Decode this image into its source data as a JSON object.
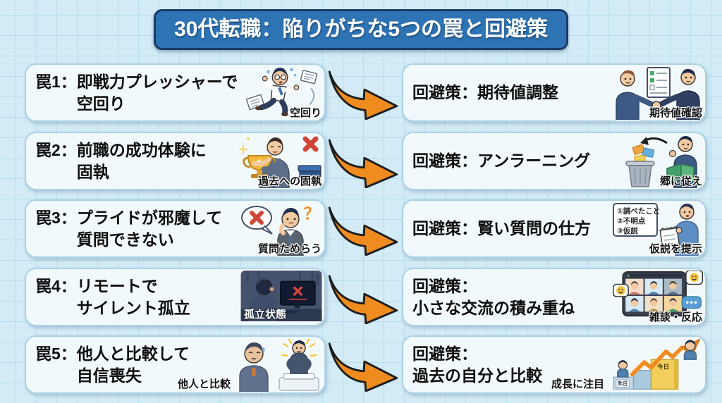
{
  "title": "30代転職：陥りがちな5つの罠と回避策",
  "colors": {
    "background": "#d3ebf7",
    "grid_line": "#b9dcec",
    "banner_bg": "#2e74b5",
    "banner_border": "#1a3a66",
    "box_bg": "#f2f9fd",
    "box_border": "#abd1e3",
    "arrow_orange": "#ef8c1f",
    "text": "#0d0d0d"
  },
  "rows": [
    {
      "trap": {
        "label": "罠1：",
        "line1": "即戦力プレッシャーで",
        "line2": "空回り",
        "caption": "空回り",
        "icon": "running-man-icon"
      },
      "avoid": {
        "line1": "回避策：期待値調整",
        "line2": "",
        "caption": "期待値確認",
        "icon": "handshake-checklist-icon"
      }
    },
    {
      "trap": {
        "label": "罠2：",
        "line1": "前職の成功体験に",
        "line2": "固執",
        "caption": "過去への固執",
        "icon": "trophy-attachment-icon"
      },
      "avoid": {
        "line1": "回避策：アンラーニング",
        "line2": "",
        "caption": "郷に従え",
        "icon": "unlearning-trash-icon"
      }
    },
    {
      "trap": {
        "label": "罠3：",
        "line1": "プライドが邪魔して",
        "line2": "質問できない",
        "caption": "質問ためらう",
        "icon": "hesitant-question-icon",
        "qmark": "？"
      },
      "avoid": {
        "line1": "回避策：賢い質問の仕方",
        "line2": "",
        "caption": "仮説を提示",
        "icon": "smart-question-memo-icon",
        "list": [
          "①調べたこと",
          "②不明点",
          "③仮説"
        ]
      }
    },
    {
      "trap": {
        "label": "罠4：",
        "line1": "リモートで",
        "line2": "サイレント孤立",
        "caption": "孤立状態",
        "icon": "remote-isolation-icon"
      },
      "avoid": {
        "line1": "回避策：",
        "line2": "小さな交流の積み重ね",
        "caption": "雑談・反応",
        "icon": "video-call-reactions-icon"
      }
    },
    {
      "trap": {
        "label": "罠5：",
        "line1": "他人と比較して",
        "line2": "自信喪失",
        "caption": "他人と比較",
        "icon": "comparison-pedestal-icon"
      },
      "avoid": {
        "line1": "回避策：",
        "line2": "過去の自分と比較",
        "caption": "成長に注目",
        "icon": "growth-steps-icon",
        "labels": {
          "yesterday": "昨日",
          "today": "今日"
        }
      }
    }
  ]
}
